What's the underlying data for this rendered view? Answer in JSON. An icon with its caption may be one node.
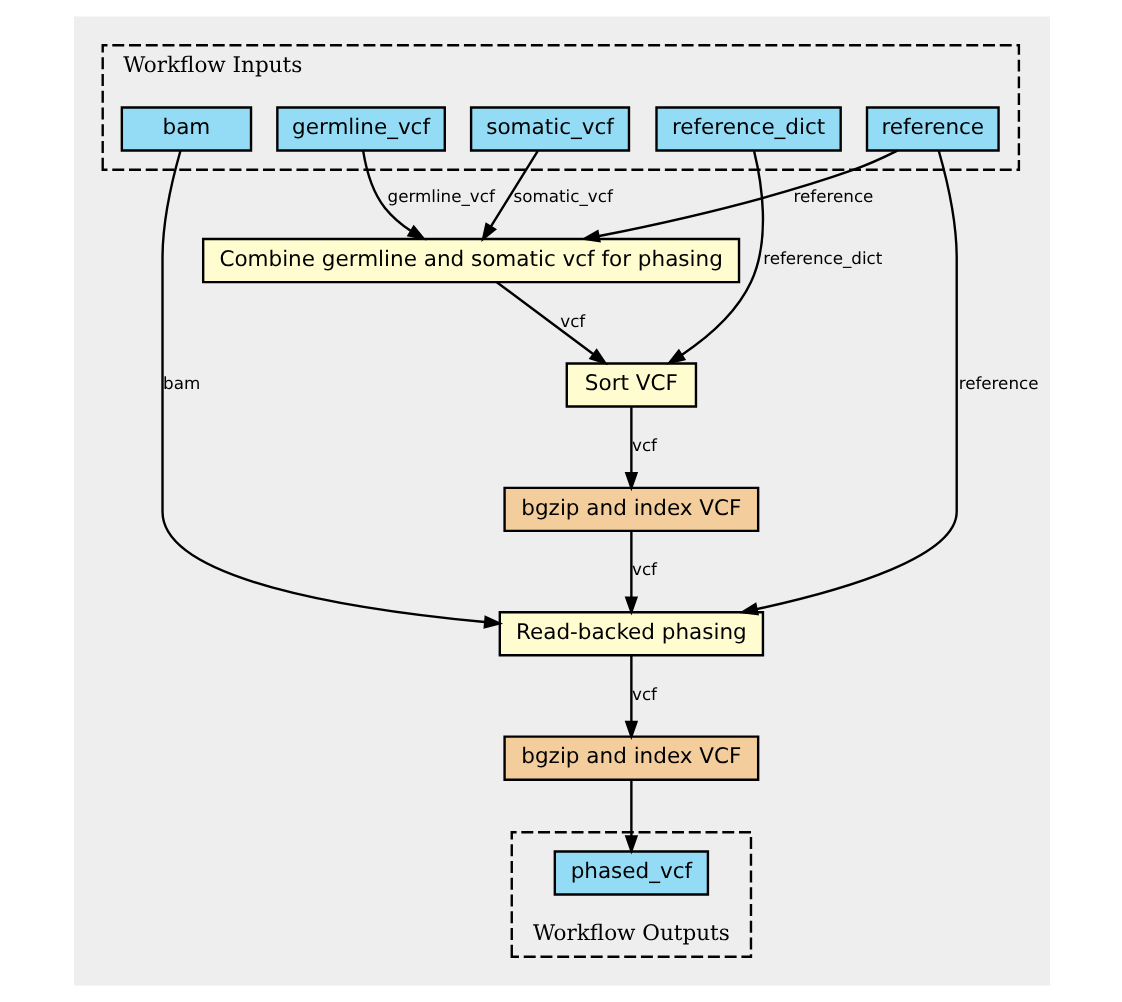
{
  "diagram": {
    "nodes": [
      {
        "text": [
          "Workflow Inputs"
        ]
      },
      {
        "text": [
          "bam"
        ],
        "in": 0
      },
      {
        "text": [
          "germline_vcf"
        ],
        "in": 0
      },
      {
        "text": [
          "somatic_vcf"
        ],
        "in": 0
      },
      {
        "text": [
          "reference_dict"
        ],
        "in": 0
      },
      {
        "text": [
          "reference"
        ],
        "in": 0
      },
      {
        "text": [
          "Combine germline and somatic vcf for phasing"
        ]
      },
      {
        "text": [
          "Sort VCF"
        ]
      },
      {
        "text": [
          "bgzip and index VCF"
        ]
      },
      {
        "text": [
          "Read-backed phasing"
        ]
      },
      {
        "text": [
          "bgzip and index VCF"
        ]
      },
      {
        "text": [
          "Workflow Outputs"
        ]
      },
      {
        "text": [
          "phased_vcf"
        ],
        "in": 11
      }
    ],
    "edges": [
      {
        "from": 2,
        "to": 6,
        "arrow": "to",
        "label": "germline_vcf"
      },
      {
        "from": 3,
        "to": 6,
        "arrow": "to",
        "label": "somatic_vcf"
      },
      {
        "from": 5,
        "to": 6,
        "arrow": "to",
        "label": "reference"
      },
      {
        "from": 6,
        "to": 7,
        "arrow": "to",
        "label": "vcf"
      },
      {
        "from": 4,
        "to": 7,
        "arrow": "to",
        "label": "reference_dict"
      },
      {
        "from": 7,
        "to": 8,
        "arrow": "to",
        "label": "vcf"
      },
      {
        "from": 1,
        "to": 9,
        "arrow": "to",
        "label": "bam"
      },
      {
        "from": 8,
        "to": 9,
        "arrow": "to",
        "label": "vcf"
      },
      {
        "from": 5,
        "to": 9,
        "arrow": "to",
        "label": "reference"
      },
      {
        "from": 9,
        "to": 10,
        "arrow": "to",
        "label": "vcf"
      },
      {
        "from": 10,
        "to": 12,
        "arrow": "to"
      }
    ]
  }
}
